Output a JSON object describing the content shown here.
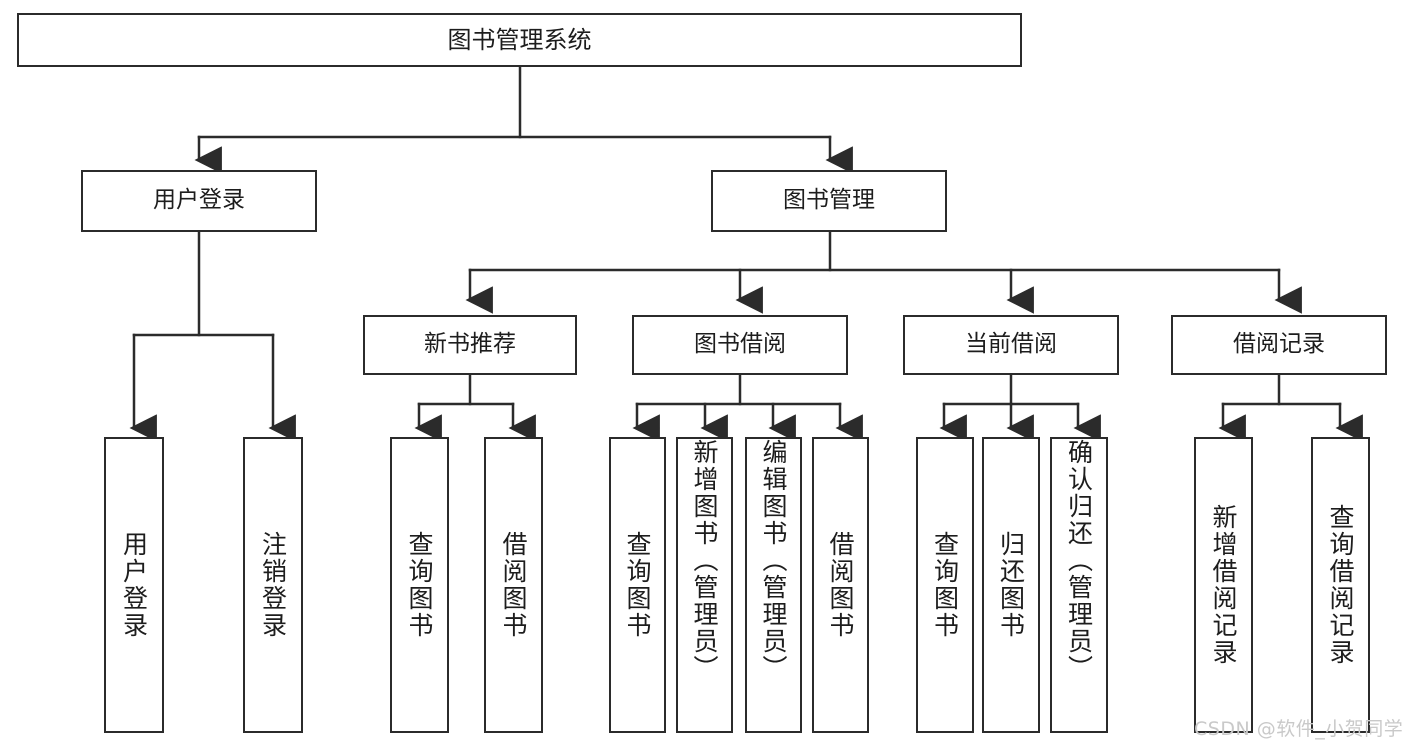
{
  "diagram": {
    "title_node": {
      "label": "图书管理系统"
    },
    "level2": [
      {
        "id": "user-login",
        "label": "用户登录"
      },
      {
        "id": "book-management",
        "label": "图书管理"
      }
    ],
    "level3": [
      {
        "id": "new-book-recommend",
        "label": "新书推荐"
      },
      {
        "id": "book-borrow",
        "label": "图书借阅"
      },
      {
        "id": "current-borrow",
        "label": "当前借阅"
      },
      {
        "id": "borrow-record",
        "label": "借阅记录"
      }
    ],
    "leaves": [
      {
        "id": "leaf-user-login",
        "label": "用户登录",
        "parent": "user-login"
      },
      {
        "id": "leaf-logout",
        "label": "注销登录",
        "parent": "user-login"
      },
      {
        "id": "leaf-query-book-1",
        "label": "查询图书",
        "parent": "new-book-recommend"
      },
      {
        "id": "leaf-borrow-book-1",
        "label": "借阅图书",
        "parent": "new-book-recommend"
      },
      {
        "id": "leaf-query-book-2",
        "label": "查询图书",
        "parent": "book-borrow"
      },
      {
        "id": "leaf-add-book",
        "label": "新增图书（管理员）",
        "parent": "book-borrow"
      },
      {
        "id": "leaf-edit-book",
        "label": "编辑图书（管理员）",
        "parent": "book-borrow"
      },
      {
        "id": "leaf-borrow-book-2",
        "label": "借阅图书",
        "parent": "book-borrow"
      },
      {
        "id": "leaf-query-book-3",
        "label": "查询图书",
        "parent": "current-borrow"
      },
      {
        "id": "leaf-return-book",
        "label": "归还图书",
        "parent": "current-borrow"
      },
      {
        "id": "leaf-confirm-return",
        "label": "确认归还（管理员）",
        "parent": "current-borrow"
      },
      {
        "id": "leaf-add-record",
        "label": "新增借阅记录",
        "parent": "borrow-record"
      },
      {
        "id": "leaf-query-record",
        "label": "查询借阅记录",
        "parent": "borrow-record"
      }
    ],
    "watermark": "CSDN @软件_小贺同学",
    "colors": {
      "stroke": "#2b2b2b",
      "background": "#ffffff",
      "text": "#1d1d1d",
      "watermark": "#c9c9c9"
    }
  }
}
